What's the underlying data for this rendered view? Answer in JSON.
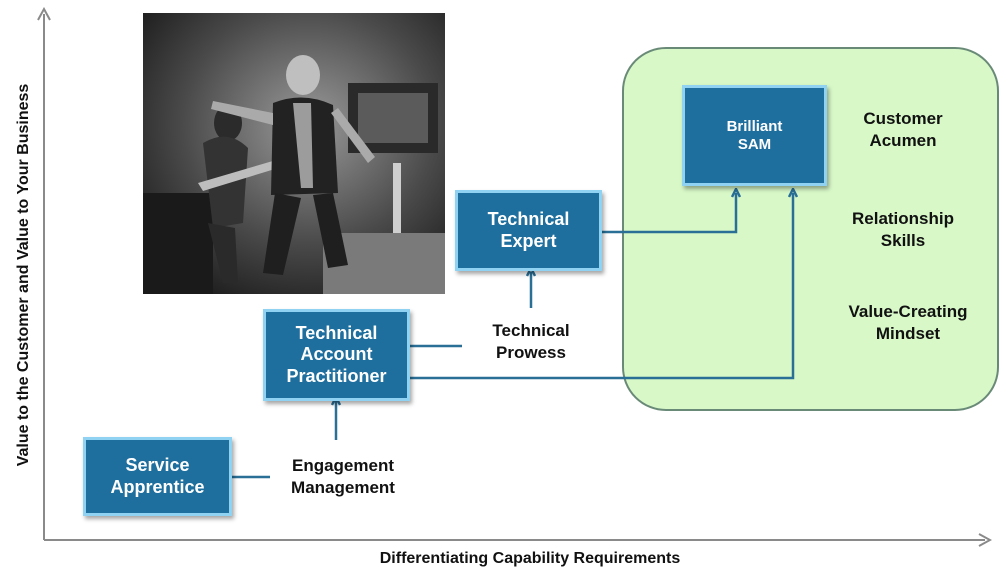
{
  "axes": {
    "x_label": "Differentiating Capability Requirements",
    "y_label": "Value to the Customer and Value to Your Business"
  },
  "boxes": {
    "service_apprentice": "Service Apprentice",
    "technical_account_practitioner": "Technical Account Practitioner",
    "technical_expert": "Technical Expert",
    "brilliant_sam": "Brilliant SAM"
  },
  "labels": {
    "engagement_management": "Engagement Management",
    "technical_prowess": "Technical Prowess",
    "customer_acumen": "Customer Acumen",
    "relationship_skills": "Relationship Skills",
    "value_creating_mindset": "Value-Creating Mindset"
  },
  "colors": {
    "box_fill": "#1f6f9e",
    "box_border": "#8fd2f2",
    "connector": "#2a6f96",
    "region_fill": "#d8f8c8"
  },
  "image": {
    "subject": "concert-photo-singer-and-bassist"
  }
}
